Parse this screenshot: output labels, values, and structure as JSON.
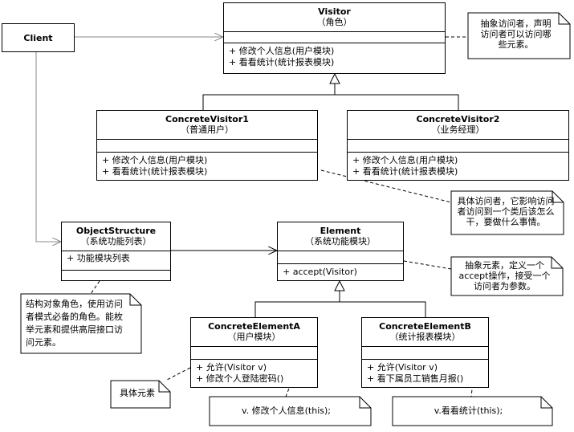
{
  "client": {
    "label": "Client"
  },
  "visitor": {
    "name": "Visitor",
    "stereotype": "（角色）",
    "ops": [
      "+ 修改个人信息(用户模块)",
      "+ 看看统计(统计报表模块)"
    ]
  },
  "concrete_visitor1": {
    "name": "ConcreteVisitor1",
    "stereotype": "（普通用户）",
    "ops": [
      "+ 修改个人信息(用户模块)",
      "+ 看看统计(统计报表模块)"
    ]
  },
  "concrete_visitor2": {
    "name": "ConcreteVisitor2",
    "stereotype": "（业务经理）",
    "ops": [
      "+ 修改个人信息(用户模块)",
      "+ 看看统计(统计报表模块)"
    ]
  },
  "object_structure": {
    "name": "ObjectStructure",
    "stereotype": "（系统功能列表）",
    "attr": "+ 功能模块列表"
  },
  "element": {
    "name": "Element",
    "stereotype": "（系统功能模块）",
    "ops": [
      "+ accept(Visitor)"
    ]
  },
  "concrete_element_a": {
    "name": "ConcreteElementA",
    "stereotype": "（用户模块）",
    "ops": [
      "+ 允许(Visitor v)",
      "+ 修改个人登陆密码()"
    ]
  },
  "concrete_element_b": {
    "name": "ConcreteElementB",
    "stereotype": "（统计报表模块）",
    "ops": [
      "+ 允许(Visitor v)",
      "+ 看下属员工销售月报()"
    ]
  },
  "notes": {
    "visitor_note": [
      "抽象访问者，声明",
      "访问者可以访问哪",
      "些元素。"
    ],
    "concrete_visitor_note": [
      "具体访问者，它影响访问",
      "者访问到一个类后该怎么",
      "干，要做什么事情。"
    ],
    "element_note": [
      "抽象元素，定义一个",
      "accept操作，接受一个",
      "访问者为参数。"
    ],
    "object_structure_note": [
      "结构对象角色，使用访问",
      "者模式必备的角色。能枚",
      "举元素和提供高层接口访",
      "问元素。"
    ],
    "concrete_element_note": "具体元素",
    "visit_a_note": "v. 修改个人信息(this);",
    "visit_b_note": "v.看看统计(this);"
  }
}
